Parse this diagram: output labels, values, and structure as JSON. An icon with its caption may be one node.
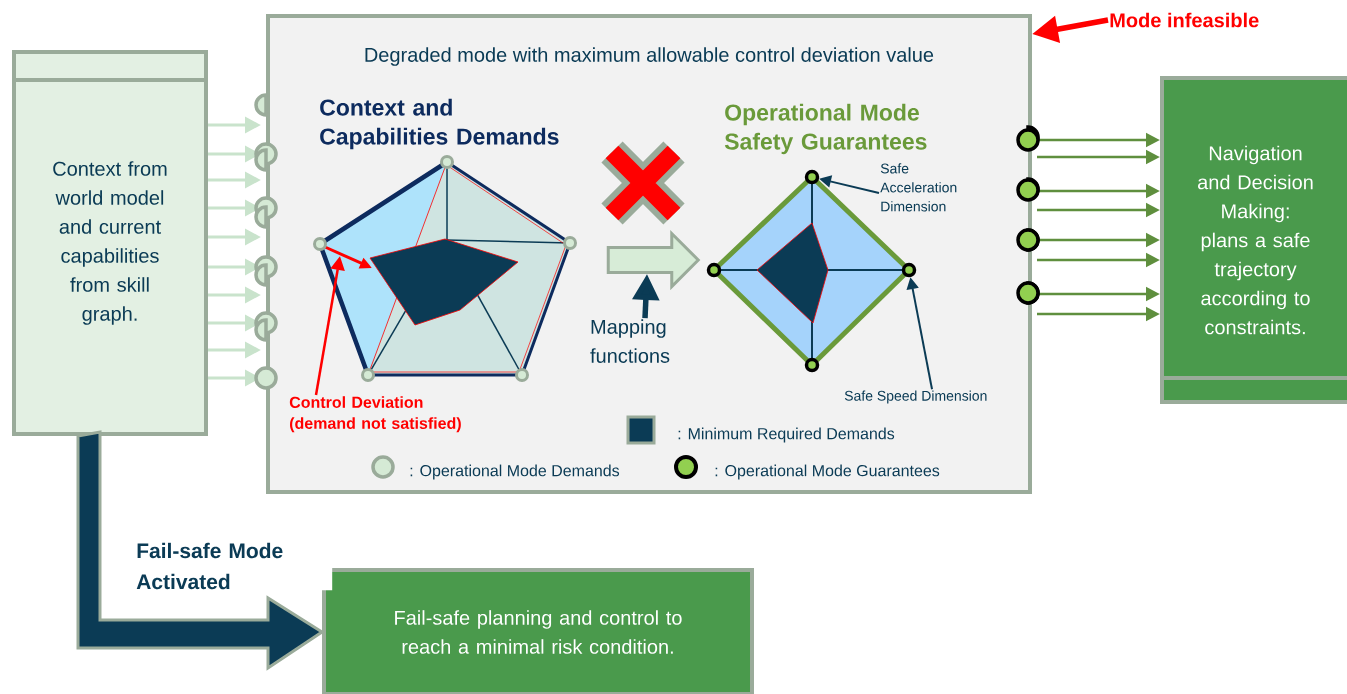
{
  "diagram": {
    "nodes": [
      {
        "text": [
          "Context from world model and current capabilities from skill graph."
        ]
      },
      {
        "text": [
          "Degraded mode with maximum allowable control deviation value"
        ]
      },
      {
        "text": [
          "Mode infeasible"
        ]
      },
      {
        "text": [
          "Control Deviation (demand not satisfied)"
        ],
        "in": 1
      },
      {
        "text": [
          "Mapping functions"
        ],
        "in": 1
      },
      {
        "text": [],
        "shape": "arrow",
        "in": 1
      },
      {
        "text": [
          "Safe Acceleration Dimension"
        ],
        "in": 1
      },
      {
        "text": [
          "Safe Speed Dimension"
        ],
        "in": 1
      },
      {
        "text": [
          "Navigation and Decision Making: plans a safe trajectory according to constraints."
        ]
      },
      {
        "text": [
          "Fail-safe planning and control to reach a minimal risk condition."
        ]
      },
      {
        "text": [],
        "shape": "circle",
        "in": 1
      },
      {
        "text": [],
        "shape": "circle",
        "in": 1
      }
    ],
    "edges": [
      {
        "from": 0,
        "to": 1,
        "arrow": "to",
        "color": "#c9e3cc"
      },
      {
        "from": 0,
        "to": 1,
        "arrow": "to",
        "color": "#c9e3cc"
      },
      {
        "from": 0,
        "to": 1,
        "arrow": "to",
        "color": "#c9e3cc"
      },
      {
        "from": 0,
        "to": 1,
        "arrow": "to",
        "color": "#c9e3cc"
      },
      {
        "from": 0,
        "to": 1,
        "arrow": "to",
        "color": "#c9e3cc"
      },
      {
        "from": 0,
        "to": 1,
        "arrow": "to",
        "color": "#c9e3cc"
      },
      {
        "from": 0,
        "to": 1,
        "arrow": "to",
        "color": "#c9e3cc"
      },
      {
        "from": 0,
        "to": 1,
        "arrow": "to",
        "color": "#c9e3cc"
      },
      {
        "from": 0,
        "to": 1,
        "arrow": "to",
        "color": "#c9e3cc"
      },
      {
        "from": 0,
        "to": 1,
        "arrow": "to",
        "color": "#c9e3cc"
      },
      {
        "from": 1,
        "to": 8,
        "arrow": "to",
        "color": "#5f8f3e"
      },
      {
        "from": 1,
        "to": 8,
        "arrow": "to",
        "color": "#5f8f3e"
      },
      {
        "from": 1,
        "to": 8,
        "arrow": "to",
        "color": "#5f8f3e"
      },
      {
        "from": 1,
        "to": 8,
        "arrow": "to",
        "color": "#5f8f3e"
      },
      {
        "from": 1,
        "to": 8,
        "arrow": "to",
        "color": "#5f8f3e"
      },
      {
        "from": 1,
        "to": 8,
        "arrow": "to",
        "color": "#5f8f3e"
      },
      {
        "from": 1,
        "to": 8,
        "arrow": "to",
        "color": "#5f8f3e"
      },
      {
        "from": 1,
        "to": 8,
        "arrow": "to",
        "color": "#5f8f3e"
      },
      {
        "from": 2,
        "to": 1,
        "arrow": "to",
        "style": "thick",
        "color": "#ff0000"
      },
      {
        "from": 3,
        "to": null,
        "arrow": "to",
        "color": "#ff0000"
      },
      {
        "from": 4,
        "to": 5,
        "arrow": "to",
        "style": "thick",
        "color": "#0b3b55"
      },
      {
        "from": 6,
        "to": 10,
        "arrow": "to",
        "color": "#0b3b55"
      },
      {
        "from": 7,
        "to": 11,
        "arrow": "to",
        "color": "#0b3b55"
      },
      {
        "from": 0,
        "to": 9,
        "arrow": "to",
        "style": "thick",
        "color": "#0b3b55",
        "label": "Fail-safe Mode Activated"
      }
    ],
    "labels": [
      "Context and Capabilities Demands",
      "Operational Mode Safety Guarantees"
    ],
    "legend": [
      {
        "text": ": Minimum Required Demands"
      },
      {
        "text": ": Operational Mode Demands"
      },
      {
        "text": ": Operational Mode Guarantees"
      }
    ]
  }
}
